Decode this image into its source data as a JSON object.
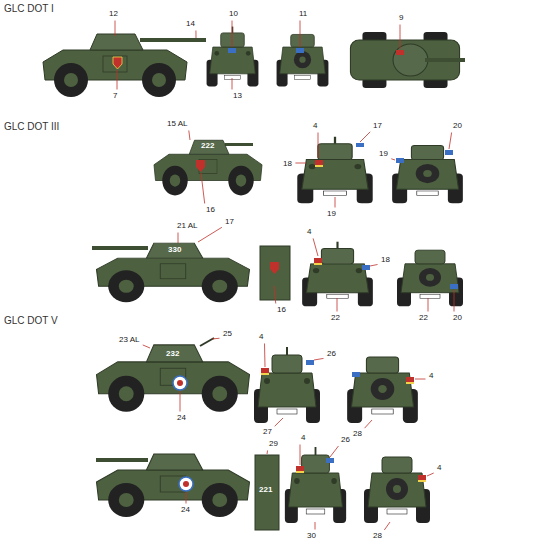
{
  "diagram": {
    "labels": [
      "GLC DOT I",
      "12",
      "14",
      "7",
      "10",
      "11",
      "9",
      "13",
      "GLC DOT III",
      "15 AL",
      "222",
      "16",
      "4",
      "17",
      "18",
      "19",
      "19",
      "20",
      "21 AL",
      "17",
      "330",
      "16",
      "4",
      "18",
      "22",
      "22",
      "20",
      "GLC DOT V",
      "23 AL",
      "25",
      "232",
      "24",
      "4",
      "26",
      "27",
      "4",
      "28",
      "24",
      "29",
      "221",
      "4",
      "26",
      "30",
      "4",
      "28"
    ]
  }
}
